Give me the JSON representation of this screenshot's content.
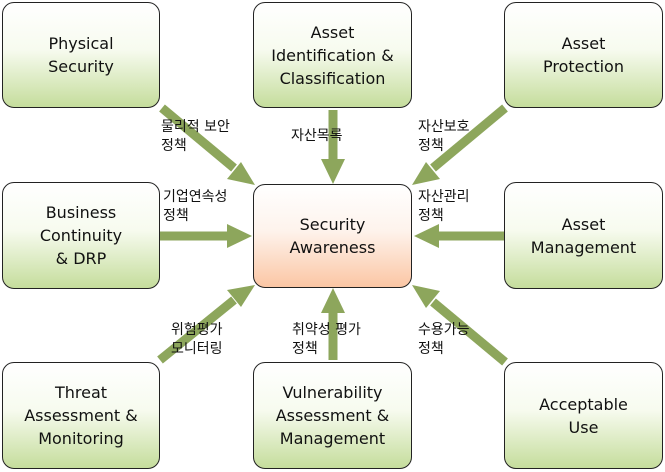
{
  "nodes": {
    "physical": "Physical\nSecurity",
    "asset_id": "Asset\nIdentification &\nClassification",
    "asset_protection": "Asset\nProtection",
    "business": "Business\nContinuity\n& DRP",
    "center": "Security\nAwareness",
    "asset_mgmt": "Asset\nManagement",
    "threat": "Threat\nAssessment &\nMonitoring",
    "vulnerability": "Vulnerability\nAssessment &\nManagement",
    "acceptable": "Acceptable\nUse"
  },
  "labels": {
    "physical_policy": "물리적 보안\n정책",
    "asset_list": "자산목록",
    "asset_protection_policy": "자산보호\n정책",
    "business_policy": "기업연속성\n정책",
    "asset_mgmt_policy": "자산관리\n정책",
    "threat_monitoring": "위험평가\n모니터링",
    "vuln_policy": "취약성 평가\n정책",
    "acceptable_policy": "수용가능\n정책"
  },
  "colors": {
    "arrow": "#8da65c",
    "box_green": "#c5dd9c",
    "box_orange": "#fbc6a4"
  }
}
